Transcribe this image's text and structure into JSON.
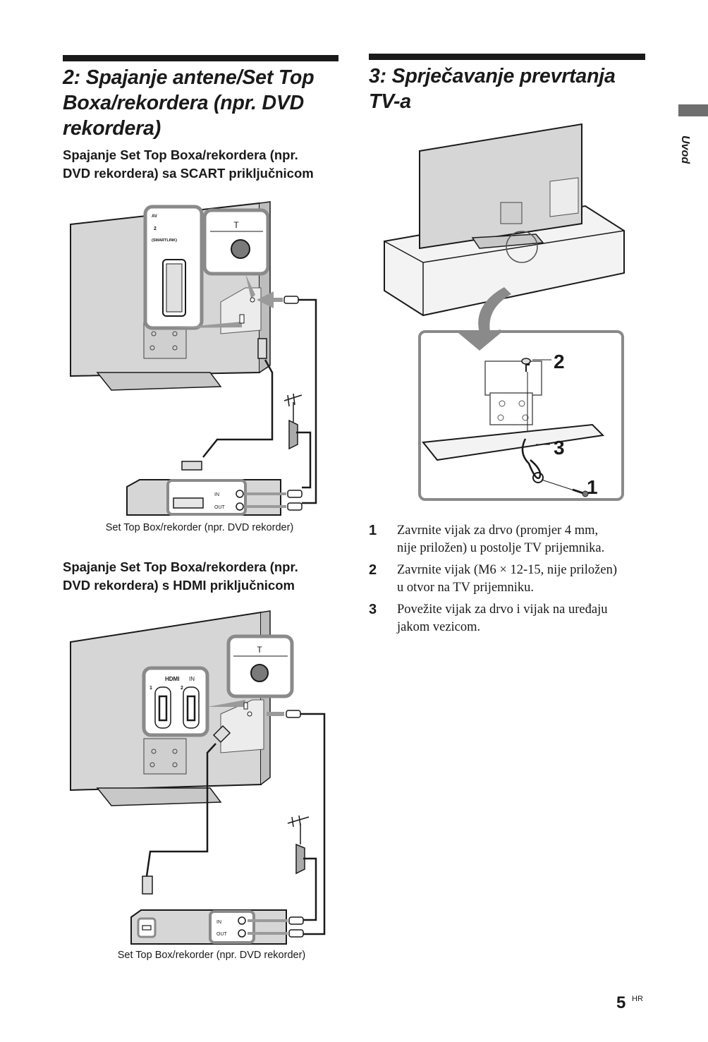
{
  "left_section": {
    "heading": [
      "2: Spajanje antene/Set Top",
      "Boxa/rekordera (npr. DVD",
      "rekordera)"
    ],
    "subsection_scart": {
      "heading": [
        "Spajanje Set Top Boxa/rekordera (npr.",
        "DVD rekordera) sa SCART priključnicom"
      ],
      "figure_labels": {
        "av": "AV",
        "av_num": "2",
        "smartlink": "(SMARTLINK)",
        "antenna_symbol": "T",
        "in": "IN",
        "out": "OUT"
      },
      "caption": "Set Top Box/rekorder (npr. DVD rekorder)"
    },
    "subsection_hdmi": {
      "heading": [
        "Spajanje Set Top Boxa/rekordera (npr.",
        "DVD rekordera) s HDMI priključnicom"
      ],
      "figure_labels": {
        "hdmi": "HDMI",
        "hdmi_in": "IN",
        "port1": "1",
        "port2": "2",
        "antenna_symbol": "T",
        "in": "IN",
        "out": "OUT"
      },
      "caption": "Set Top Box/rekorder (npr. DVD rekorder)"
    }
  },
  "right_section": {
    "heading": [
      "3: Sprječavanje prevrtanja",
      "TV-a"
    ],
    "figure_labels": {
      "callout1": "1",
      "callout2": "2",
      "callout3": "3"
    },
    "steps": [
      {
        "num": "1",
        "lines": [
          "Zavrnite vijak za drvo (promjer 4 mm,",
          "nije priložen) u postolje TV prijemnika."
        ]
      },
      {
        "num": "2",
        "lines": [
          "Zavrnite vijak (M6 × 12-15, nije priložen)",
          "u otvor na TV prijemniku."
        ]
      },
      {
        "num": "3",
        "lines": [
          "Povežite vijak za drvo i vijak na uređaju",
          "jakom vezicom."
        ]
      }
    ]
  },
  "side_tab": {
    "label": "Uvod"
  },
  "footer": {
    "page_number": "5",
    "language": "HR"
  },
  "colors": {
    "ink": "#1a1a1a",
    "tab_gray": "#6e6e6e",
    "figure_gray": "#d6d6d6",
    "callout_border": "#8a8a8a"
  }
}
